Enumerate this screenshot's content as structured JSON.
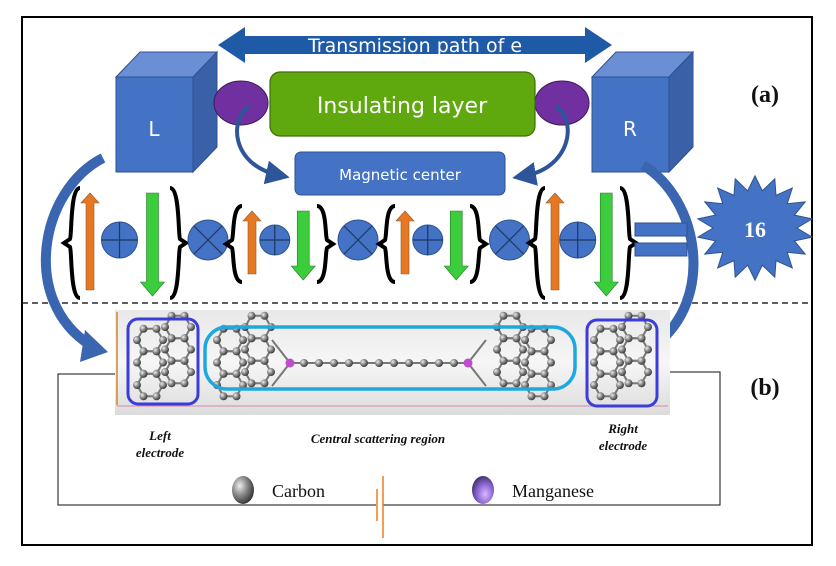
{
  "figure": {
    "panel_a_label": "(a)",
    "panel_b_label": "(b)",
    "transmission_label": "Transmission path of e",
    "insulating_label": "Insulating layer",
    "magnetic_center_label": "Magnetic center",
    "left_electrode_box": "L",
    "right_electrode_box": "R",
    "result_value": "16",
    "equation_groups": 4,
    "left_electrode_caption_1": "Left",
    "left_electrode_caption_2": "electrode",
    "central_caption": "Central scattering region",
    "right_electrode_caption_1": "Right",
    "right_electrode_caption_2": "electrode",
    "legend": [
      {
        "label": "Carbon",
        "color": "#666666"
      },
      {
        "label": "Manganese",
        "color": "#8a6fd0"
      }
    ],
    "colors": {
      "electrode_blue": "#4472c4",
      "arrow_blue": "#2e5597",
      "insulating_green": "#5fa80e",
      "magnetic_purple": "#7030a0",
      "spin_up_orange": "#e87722",
      "spin_down_green": "#3ccd3c",
      "electrode_frame": "#3c3cd8",
      "scattering_frame": "#1fa8e0",
      "battery_orange": "#f07b20"
    }
  }
}
